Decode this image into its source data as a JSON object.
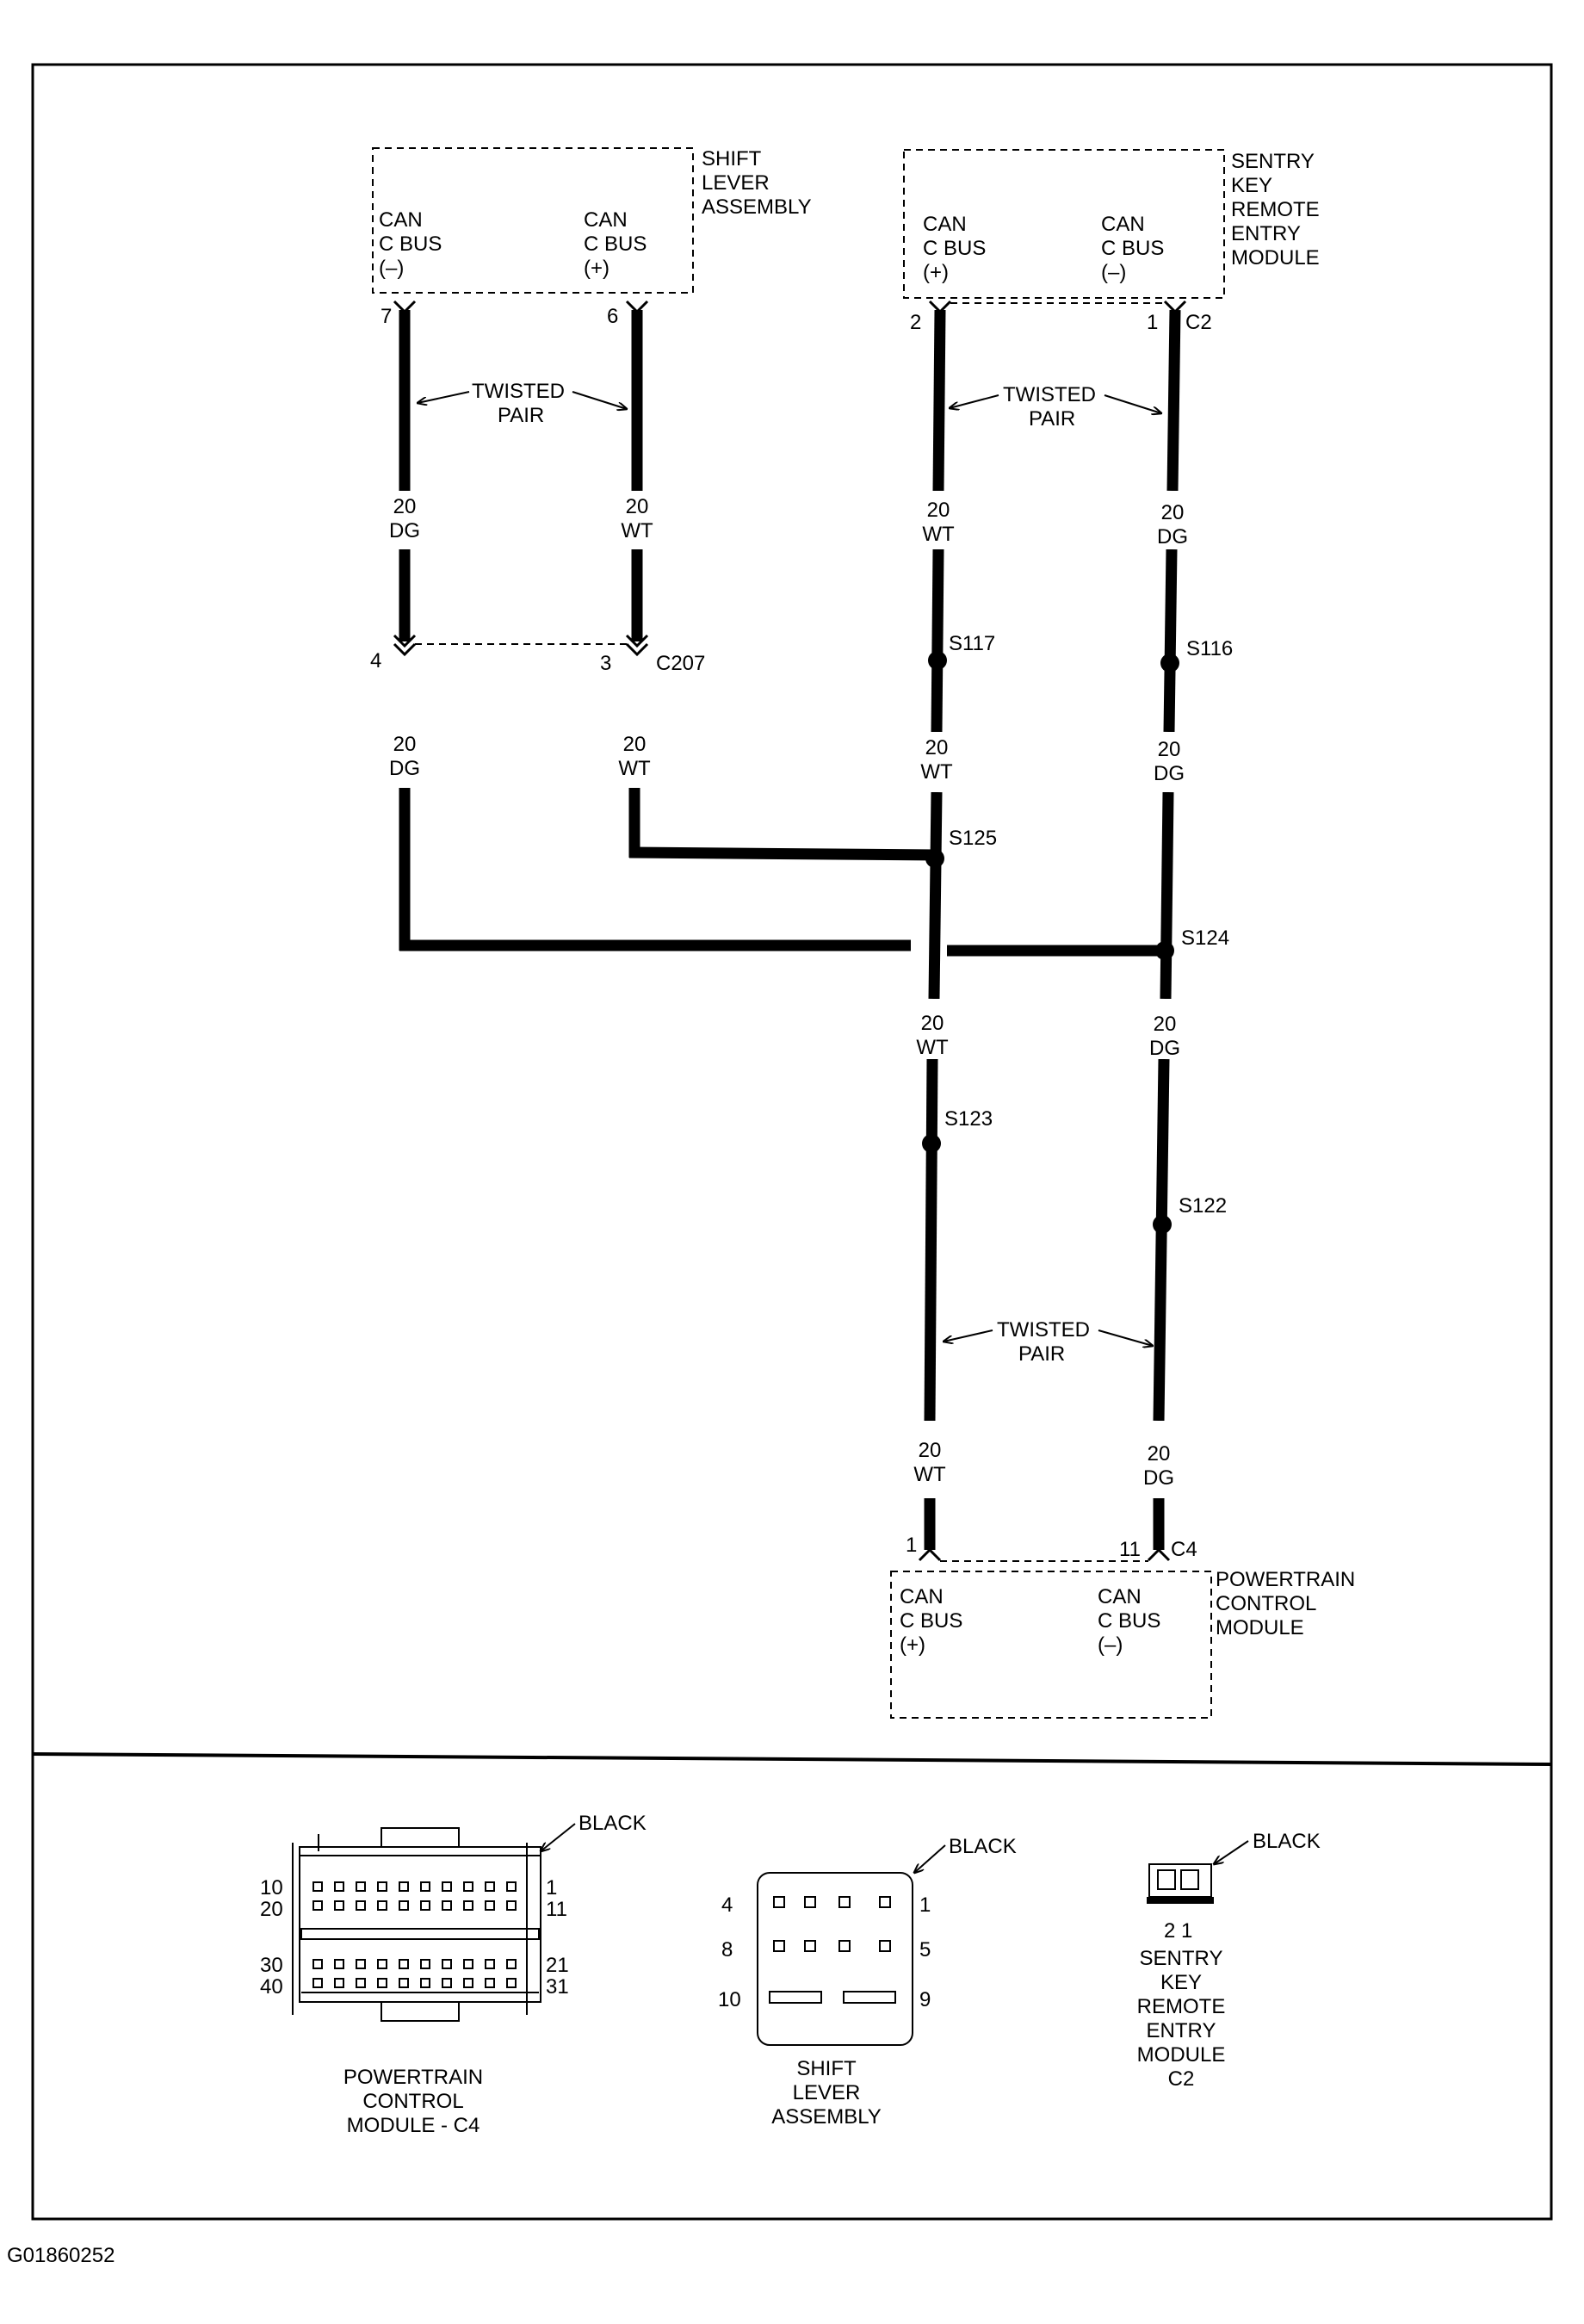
{
  "components": {
    "shift_lever": {
      "name": [
        "SHIFT",
        "LEVER",
        "ASSEMBLY"
      ],
      "pin_minus": [
        "CAN",
        "C BUS",
        "(–)"
      ],
      "pin_plus": [
        "CAN",
        "C BUS",
        "(+)"
      ],
      "pin_minus_num": "7",
      "pin_plus_num": "6"
    },
    "skrem": {
      "name": [
        "SENTRY",
        "KEY",
        "REMOTE",
        "ENTRY",
        "MODULE"
      ],
      "pin_plus": [
        "CAN",
        "C BUS",
        "(+)"
      ],
      "pin_minus": [
        "CAN",
        "C BUS",
        "(–)"
      ],
      "pin_plus_num": "2",
      "pin_minus_num": "1",
      "connector": "C2"
    },
    "pcm": {
      "name": [
        "POWERTRAIN",
        "CONTROL",
        "MODULE"
      ],
      "pin_plus": [
        "CAN",
        "C BUS",
        "(+)"
      ],
      "pin_minus": [
        "CAN",
        "C BUS",
        "(–)"
      ],
      "pin_plus_num": "1",
      "pin_minus_num": "11",
      "connector": "C4"
    }
  },
  "twisted_pair": [
    "TWISTED",
    "PAIR"
  ],
  "wire_labels": {
    "dg": [
      "20",
      "DG"
    ],
    "wt": [
      "20",
      "WT"
    ]
  },
  "connector_c207": {
    "name": "C207",
    "pin_left": "4",
    "pin_right": "3"
  },
  "splices": [
    "S117",
    "S116",
    "S125",
    "S124",
    "S123",
    "S122"
  ],
  "connector_views": {
    "pcm_c4": {
      "color": "BLACK",
      "pins": {
        "r1_left": "10",
        "r1_right": "1",
        "r2_left": "20",
        "r2_right": "11",
        "r3_left": "30",
        "r3_right": "21",
        "r4_left": "40",
        "r4_right": "31"
      },
      "caption": [
        "POWERTRAIN",
        "CONTROL",
        "MODULE - C4"
      ]
    },
    "shift_lever": {
      "color": "BLACK",
      "pins": {
        "r1_left": "4",
        "r1_right": "1",
        "r2_left": "8",
        "r2_right": "5",
        "r3_left": "10",
        "r3_right": "9"
      },
      "caption": [
        "SHIFT",
        "LEVER",
        "ASSEMBLY"
      ]
    },
    "skrem_c2": {
      "color": "BLACK",
      "pins": "2  1",
      "caption": [
        "SENTRY",
        "KEY",
        "REMOTE",
        "ENTRY",
        "MODULE",
        "C2"
      ]
    }
  },
  "figure_id": "G01860252"
}
